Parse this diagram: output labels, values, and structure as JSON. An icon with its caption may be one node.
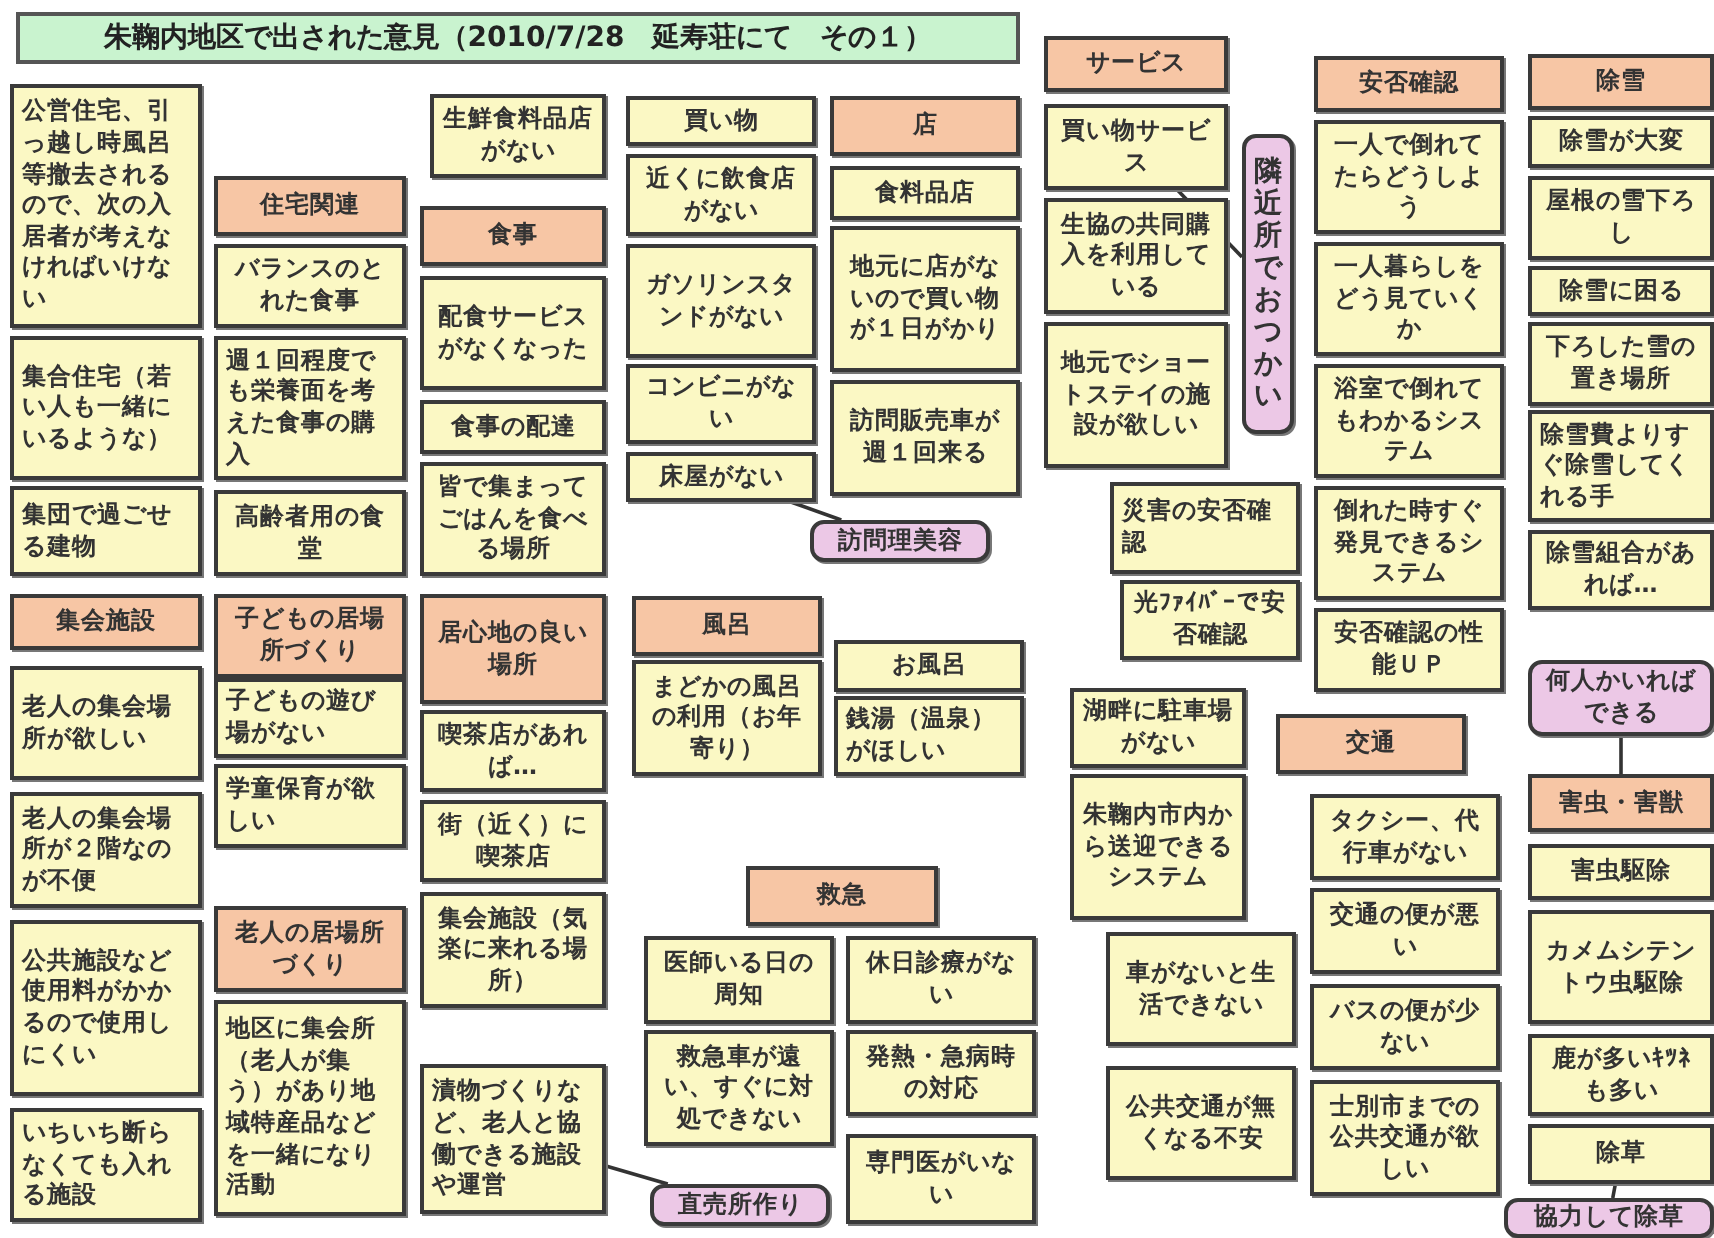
{
  "diagram": {
    "title": "朱鞠内地区で出された意見（2010/7/28　延寿荘にて　その１）",
    "nodes": [
      {
        "text": [
          "公営住宅、引っ越し時風呂等撤去されるので、次の入居者が考えなければいけない"
        ]
      },
      {
        "text": [
          "集合住宅（若い人も一緒にいるような）"
        ]
      },
      {
        "text": [
          "集団で過ごせる建物"
        ]
      },
      {
        "text": [
          "住宅関連"
        ]
      },
      {
        "text": [
          "バランスのとれた食事"
        ]
      },
      {
        "text": [
          "週１回程度でも栄養面を考えた食事の購入"
        ]
      },
      {
        "text": [
          "高齢者用の食堂"
        ]
      },
      {
        "text": [
          "生鮮食料品店がない"
        ]
      },
      {
        "text": [
          "食事"
        ]
      },
      {
        "text": [
          "配食サービスがなくなった"
        ]
      },
      {
        "text": [
          "食事の配達"
        ]
      },
      {
        "text": [
          "皆で集まってごはんを食べる場所"
        ]
      },
      {
        "text": [
          "買い物"
        ]
      },
      {
        "text": [
          "近くに飲食店がない"
        ]
      },
      {
        "text": [
          "ガソリンスタンドがない"
        ]
      },
      {
        "text": [
          "コンビニがない"
        ]
      },
      {
        "text": [
          "床屋がない"
        ]
      },
      {
        "text": [
          "訪問理美容"
        ]
      },
      {
        "text": [
          "店"
        ]
      },
      {
        "text": [
          "食料品店"
        ]
      },
      {
        "text": [
          "地元に店がないので買い物が１日がかり"
        ]
      },
      {
        "text": [
          "訪問販売車が週１回来る"
        ]
      },
      {
        "text": [
          "サービス"
        ]
      },
      {
        "text": [
          "買い物サービス"
        ]
      },
      {
        "text": [
          "生協の共同購入を利用している"
        ]
      },
      {
        "text": [
          "地元でショートステイの施設が欲しい"
        ]
      },
      {
        "text": [
          "隣近所でおつかい"
        ]
      },
      {
        "text": [
          "災害の安否確認"
        ]
      },
      {
        "text": [
          "光ﾌｧｲﾊﾞｰで安否確認"
        ]
      },
      {
        "text": [
          "安否確認"
        ]
      },
      {
        "text": [
          "一人で倒れてたらどうしよう"
        ]
      },
      {
        "text": [
          "一人暮らしをどう見ていくか"
        ]
      },
      {
        "text": [
          "浴室で倒れてもわかるシステム"
        ]
      },
      {
        "text": [
          "倒れた時すぐ発見できるシステム"
        ]
      },
      {
        "text": [
          "安否確認の性能ＵＰ"
        ]
      },
      {
        "text": [
          "除雪"
        ]
      },
      {
        "text": [
          "除雪が大変"
        ]
      },
      {
        "text": [
          "屋根の雪下ろし"
        ]
      },
      {
        "text": [
          "除雪に困る"
        ]
      },
      {
        "text": [
          "下ろした雪の置き場所"
        ]
      },
      {
        "text": [
          "除雪費よりすぐ除雪してくれる手"
        ]
      },
      {
        "text": [
          "除雪組合があれば…"
        ]
      },
      {
        "text": [
          "何人かいればできる"
        ]
      },
      {
        "text": [
          "害虫・害獣"
        ]
      },
      {
        "text": [
          "害虫駆除"
        ]
      },
      {
        "text": [
          "カメムシテントウ虫駆除"
        ]
      },
      {
        "text": [
          "鹿が多いｷﾂﾈも多い"
        ]
      },
      {
        "text": [
          "除草"
        ]
      },
      {
        "text": [
          "協力して除草"
        ]
      },
      {
        "text": [
          "集会施設"
        ]
      },
      {
        "text": [
          "老人の集会場所が欲しい"
        ]
      },
      {
        "text": [
          "老人の集会場所が２階なのが不便"
        ]
      },
      {
        "text": [
          "公共施設など使用料がかかるので使用しにくい"
        ]
      },
      {
        "text": [
          "いちいち断らなくても入れる施設"
        ]
      },
      {
        "text": [
          "子どもの居場所づくり"
        ]
      },
      {
        "text": [
          "子どもの遊び場がない"
        ]
      },
      {
        "text": [
          "学童保育が欲しい"
        ]
      },
      {
        "text": [
          "老人の居場所づくり"
        ]
      },
      {
        "text": [
          "地区に集会所（老人が集う）があり地域特産品などを一緒になり活動"
        ]
      },
      {
        "text": [
          "居心地の良い場所"
        ]
      },
      {
        "text": [
          "喫茶店があれば…"
        ]
      },
      {
        "text": [
          "街（近く）に喫茶店"
        ]
      },
      {
        "text": [
          "集会施設（気楽に来れる場所）"
        ]
      },
      {
        "text": [
          "漬物づくりなど、老人と協働できる施設や運営"
        ]
      },
      {
        "text": [
          "直売所作り"
        ]
      },
      {
        "text": [
          "風呂"
        ]
      },
      {
        "text": [
          "まどかの風呂の利用（お年寄り）"
        ]
      },
      {
        "text": [
          "お風呂"
        ]
      },
      {
        "text": [
          "銭湯（温泉）がほしい"
        ]
      },
      {
        "text": [
          "救急"
        ]
      },
      {
        "text": [
          "医師いる日の周知"
        ]
      },
      {
        "text": [
          "休日診療がない"
        ]
      },
      {
        "text": [
          "救急車が遠い、すぐに対処できない"
        ]
      },
      {
        "text": [
          "発熱・急病時の対応"
        ]
      },
      {
        "text": [
          "専門医がいない"
        ]
      },
      {
        "text": [
          "湖畔に駐車場がない"
        ]
      },
      {
        "text": [
          "朱鞠内市内から送迎できるシステム"
        ]
      },
      {
        "text": [
          "交通"
        ]
      },
      {
        "text": [
          "タクシー、代行車がない"
        ]
      },
      {
        "text": [
          "交通の便が悪い"
        ]
      },
      {
        "text": [
          "バスの便が少ない"
        ]
      },
      {
        "text": [
          "士別市までの公共交通が欲しい"
        ]
      },
      {
        "text": [
          "車がないと生活できない"
        ]
      },
      {
        "text": [
          "公共交通が無くなる不安"
        ]
      }
    ],
    "edges": [
      {
        "from": 17,
        "to": 16,
        "arrow": "none"
      },
      {
        "from": 26,
        "to": 23,
        "arrow": "none"
      },
      {
        "from": 42,
        "to": 43,
        "arrow": "none"
      },
      {
        "from": 48,
        "to": 47,
        "arrow": "none"
      },
      {
        "from": 64,
        "to": 63,
        "arrow": "none"
      }
    ]
  }
}
